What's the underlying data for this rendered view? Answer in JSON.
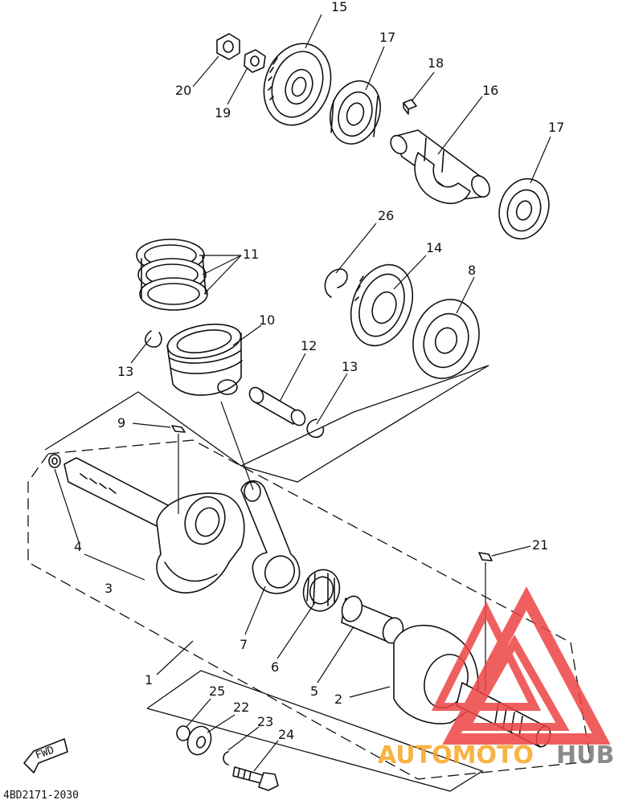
{
  "diagram": {
    "part_code": "4BD2171-2030",
    "fwd_label": "FWD",
    "watermark": {
      "part1": "AUTOMOTO",
      "part2": "HUB",
      "color_red": "#ee4444",
      "color_orange": "#f6a623",
      "color_gray": "#777777"
    },
    "callouts": {
      "c1": "1",
      "c2": "2",
      "c3": "3",
      "c4": "4",
      "c5": "5",
      "c6": "6",
      "c7": "7",
      "c8": "8",
      "c9": "9",
      "c10": "10",
      "c11": "11",
      "c12": "12",
      "c13a": "13",
      "c13b": "13",
      "c14": "14",
      "c15": "15",
      "c16": "16",
      "c17a": "17",
      "c17b": "17",
      "c18": "18",
      "c19": "19",
      "c20": "20",
      "c21": "21",
      "c22": "22",
      "c23": "23",
      "c24": "24",
      "c25": "25",
      "c26": "26"
    }
  }
}
